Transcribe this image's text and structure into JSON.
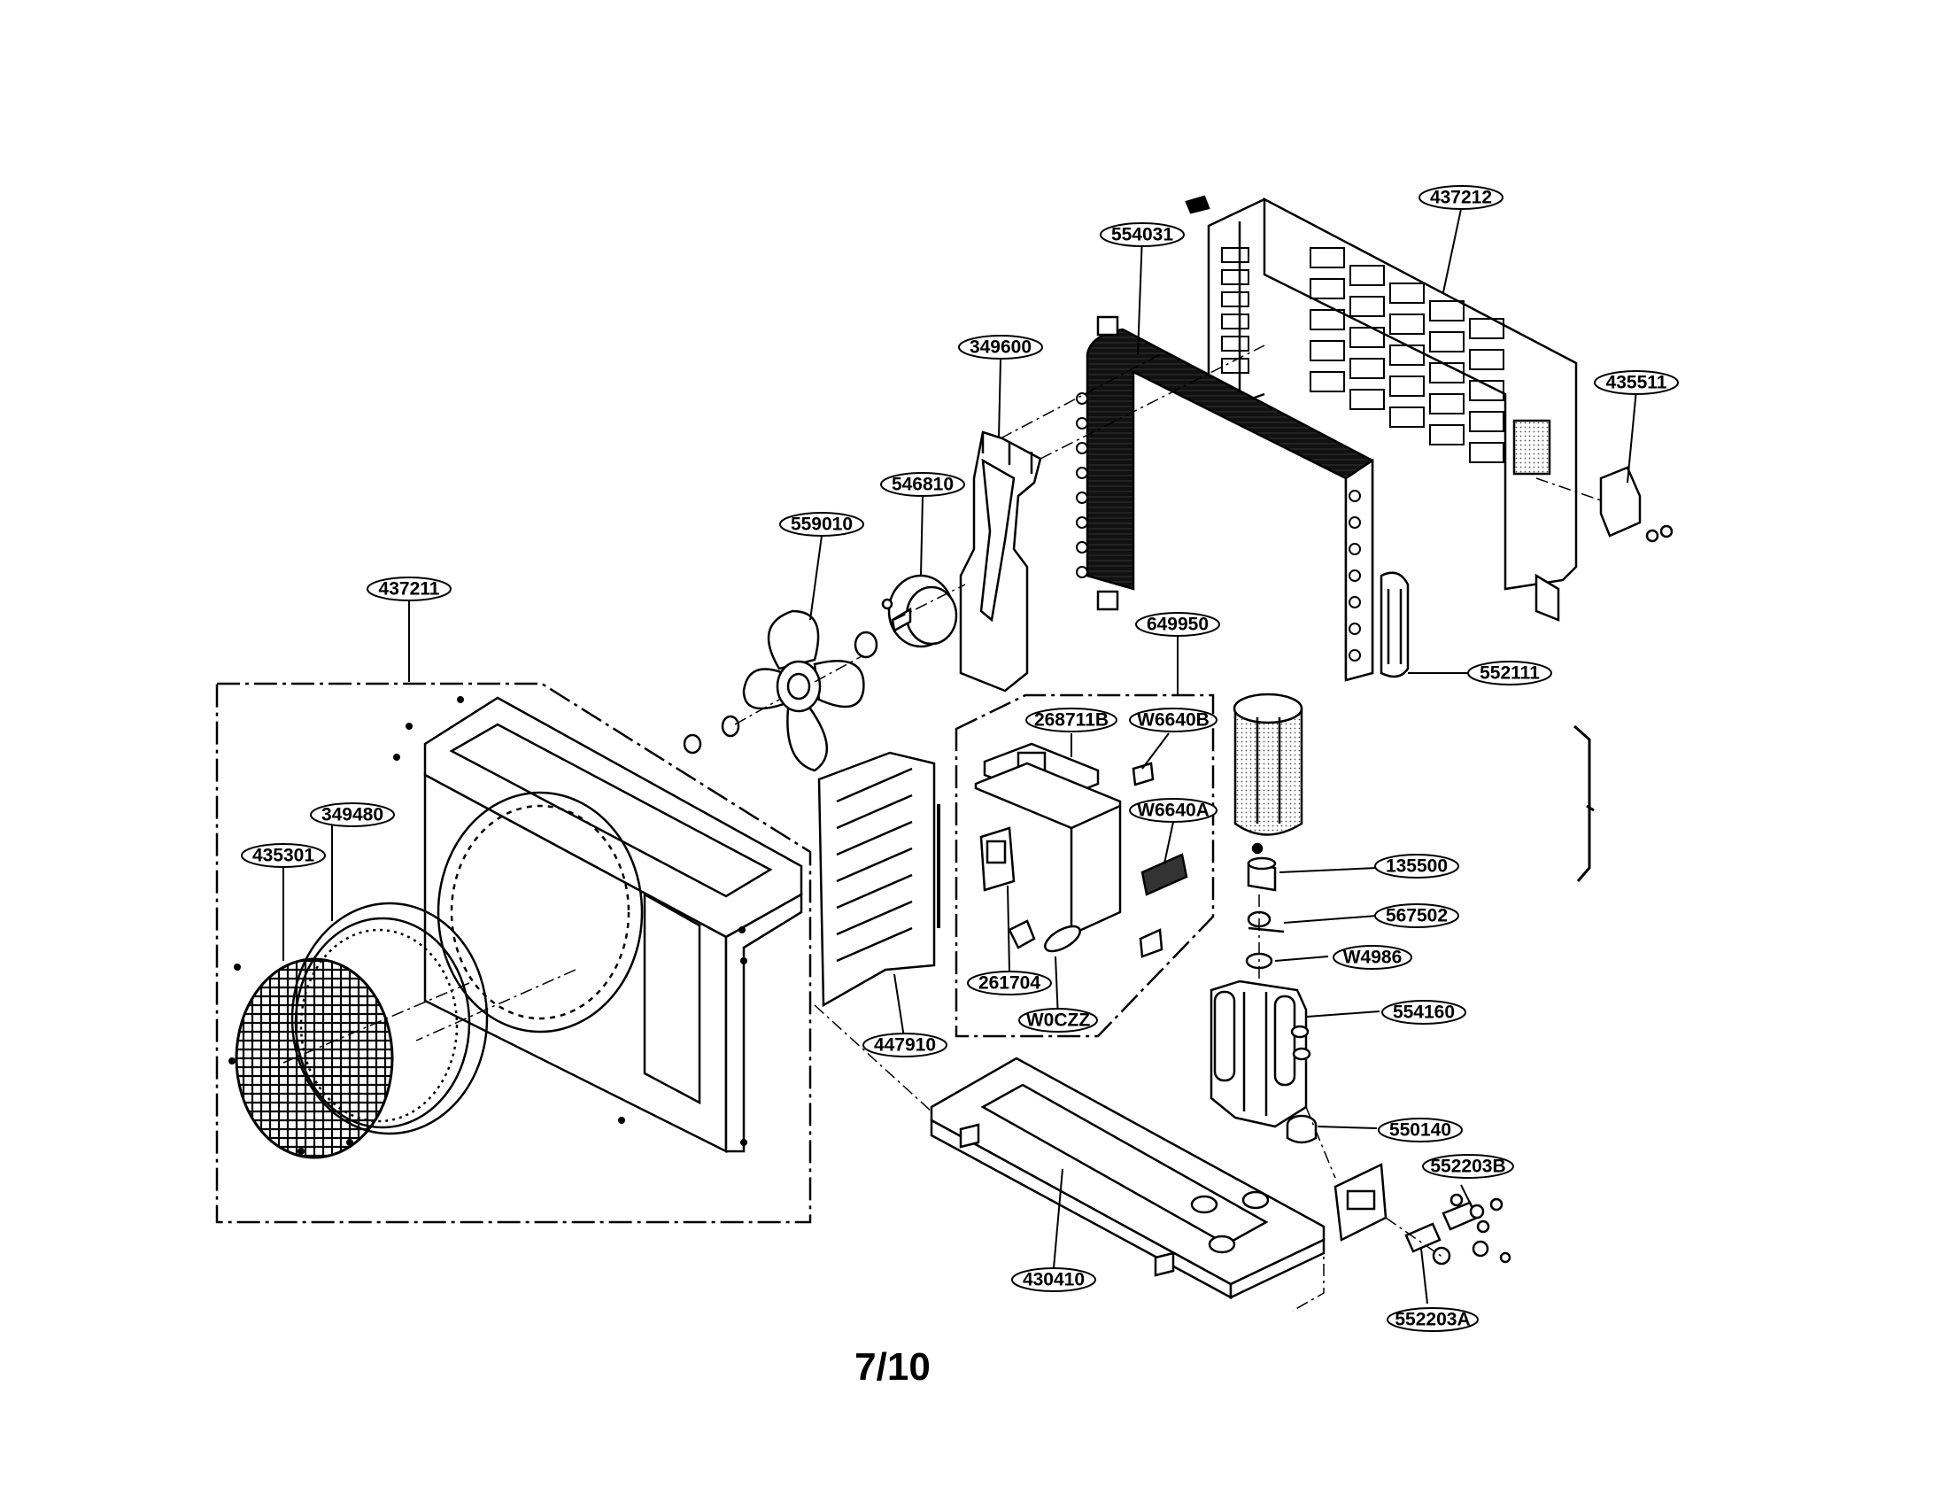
{
  "diagram": {
    "page_number": "7/10",
    "callouts": {
      "p437212": "437212",
      "p554031": "554031",
      "p435511": "435511",
      "p349600": "349600",
      "p546810": "546810",
      "p559010": "559010",
      "p437211": "437211",
      "p649950": "649950",
      "p552111": "552111",
      "p268711b": "268711B",
      "pw6640b": "W6640B",
      "pw6640a": "W6640A",
      "p349480": "349480",
      "p435301": "435301",
      "p135500": "135500",
      "p567502": "567502",
      "pw4986": "W4986",
      "p261704": "261704",
      "p554160": "554160",
      "pw0czz": "W0CZZ",
      "p447910": "447910",
      "p550140": "550140",
      "p552203b": "552203B",
      "p430410": "430410",
      "p552203a": "552203A"
    }
  }
}
